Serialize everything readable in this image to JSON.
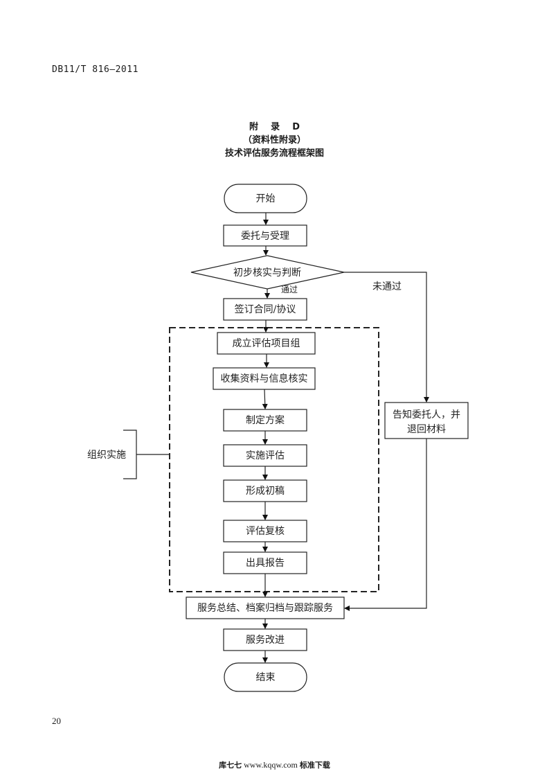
{
  "header": {
    "standard_code": "DB11/T 816—2011"
  },
  "title": {
    "appendix": "附    录    D",
    "appendix_type": "（资料性附录）",
    "heading": "技术评估服务流程框架图"
  },
  "flowchart": {
    "start": "开始",
    "steps": {
      "entrust": "委托与受理",
      "decision": "初步核实与判断",
      "sign_contract": "签订合同/协议",
      "set_team": "成立评估项目组",
      "collect_info": "收集资料与信息核实",
      "make_plan": "制定方案",
      "implement": "实施评估",
      "draft": "形成初稿",
      "review": "评估复核",
      "issue_report": "出具报告",
      "summary_archive": "服务总结、档案归档与跟踪服务",
      "improve": "服务改进",
      "notify_line1": "告知委托人，并",
      "notify_line2": "退回材料"
    },
    "end": "结束",
    "branch_labels": {
      "pass": "通过",
      "fail": "未通过"
    },
    "group_label": "组织实施"
  },
  "footer": {
    "page_number": "20",
    "watermark_left": "库七七",
    "watermark_url": "www.kqqw.com",
    "watermark_right": "标准下载"
  }
}
